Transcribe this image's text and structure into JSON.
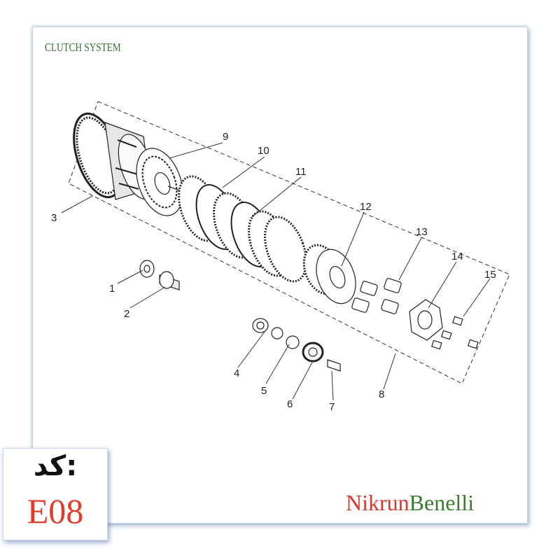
{
  "title": "CLUTCH SYSTEM",
  "callouts": [
    "1",
    "2",
    "3",
    "4",
    "5",
    "6",
    "7",
    "8",
    "9",
    "10",
    "11",
    "12",
    "13",
    "14",
    "15"
  ],
  "code": {
    "label": "کد:",
    "value": "E08"
  },
  "brand": {
    "part1": "Nikrun",
    "part2": "Benelli"
  },
  "colors": {
    "title": "#3d6b3c",
    "code_value": "#e43a2a",
    "brand_part1": "#d8382b",
    "brand_part2": "#3b7a2e"
  }
}
